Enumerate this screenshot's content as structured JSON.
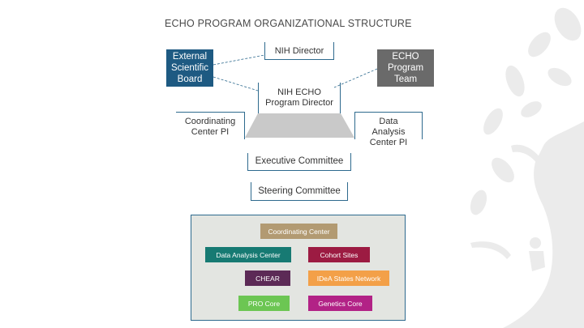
{
  "title": "ECHO PROGRAM ORGANIZATIONAL STRUCTURE",
  "nodes": {
    "nih_director": "NIH Director",
    "external_board": "External Scientific Board",
    "program_team": "ECHO Program Team",
    "program_director": "NIH ECHO Program Director",
    "coordinating_center_pi": "Coordinating Center PI",
    "data_analysis_center_pi": "Data Analysis Center PI",
    "executive_committee": "Executive Committee",
    "steering_committee": "Steering Committee"
  },
  "components": {
    "coordinating_center": "Coordinating Center",
    "data_analysis_center": "Data Analysis Center",
    "cohort_sites": "Cohort Sites",
    "chear": "CHEAR",
    "idea_states_network": "IDeA States Network",
    "pro_core": "PRO Core",
    "genetics_core": "Genetics Core"
  },
  "colors": {
    "external_board": "#1e5a82",
    "program_team": "#6a6a6a",
    "panel_bg": "#e3e5e1",
    "panel_border": "#2e6a8e",
    "coordinating_center": "#b29a72",
    "data_analysis_center": "#177a73",
    "cohort_sites": "#9c1b42",
    "chear": "#5c2a56",
    "idea_states_network": "#f3a048",
    "pro_core": "#6cc653",
    "genetics_core": "#b22286",
    "tree": "#e8e8e8"
  }
}
